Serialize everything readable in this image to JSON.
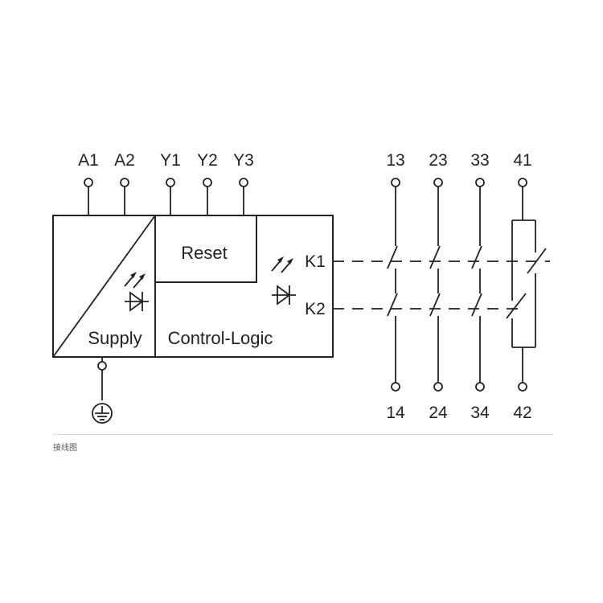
{
  "terminals_top": {
    "a1": "A1",
    "a2": "A2",
    "y1": "Y1",
    "y2": "Y2",
    "y3": "Y3"
  },
  "blocks": {
    "supply": "Supply",
    "control_logic": "Control-Logic",
    "reset": "Reset"
  },
  "relays": {
    "k1": "K1",
    "k2": "K2"
  },
  "contacts_top": [
    "13",
    "23",
    "33",
    "41"
  ],
  "contacts_bottom": [
    "14",
    "24",
    "34",
    "42"
  ],
  "caption": "接线图",
  "colors": {
    "line": "#222222",
    "background": "#ffffff"
  }
}
